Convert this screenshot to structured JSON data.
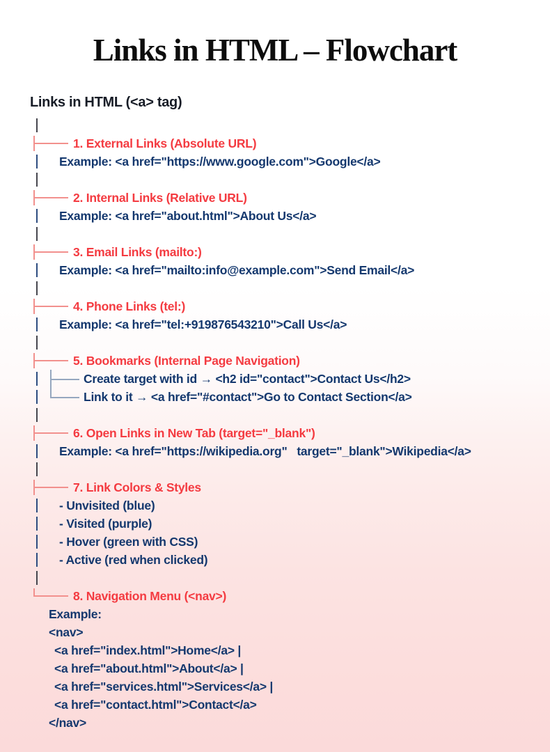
{
  "page": {
    "title": "Links in HTML – Flowchart",
    "root_label": "Links in HTML (<a> tag)"
  },
  "colors": {
    "heading_red": "#f43b41",
    "code_navy": "#14386e",
    "branch_salmon": "#f2908d",
    "subbranch_steel": "#95a7bf",
    "connector_dark": "#46464e",
    "title_black": "#0d0d0d",
    "background_top": "#ffffff",
    "background_bottom": "#fbdada"
  },
  "flow": {
    "sections": [
      {
        "heading": "1. External Links (Absolute URL)",
        "lines": [
          "Example: <a href=\"https://www.google.com\">Google</a>"
        ]
      },
      {
        "heading": "2. Internal Links (Relative URL)",
        "lines": [
          "Example: <a href=\"about.html\">About Us</a>"
        ]
      },
      {
        "heading": "3. Email Links (mailto:)",
        "lines": [
          "Example: <a href=\"mailto:info@example.com\">Send Email</a>"
        ]
      },
      {
        "heading": "4. Phone Links (tel:)",
        "lines": [
          "Example: <a href=\"tel:+919876543210\">Call Us</a>"
        ]
      },
      {
        "heading": "5. Bookmarks (Internal Page Navigation)",
        "lines": [
          "Create target with id → <h2 id=\"contact\">Contact Us</h2>",
          "Link to it → <a href=\"#contact\">Go to Contact Section</a>"
        ]
      },
      {
        "heading": "6. Open Links in New Tab (target=\"_blank\")",
        "lines": [
          "Example: <a href=\"https://wikipedia.org\"   target=\"_blank\">Wikipedia</a>"
        ]
      },
      {
        "heading": "7. Link Colors & Styles",
        "lines": [
          "- Unvisited (blue)",
          "- Visited (purple)",
          "- Hover (green with CSS)",
          "- Active (red when clicked)"
        ]
      },
      {
        "heading": "8. Navigation Menu (<nav>)",
        "lines": [
          "Example:",
          "<nav>",
          "<a href=\"index.html\">Home</a> |",
          "<a href=\"about.html\">About</a> |",
          "<a href=\"services.html\">Services</a> |",
          "<a href=\"contact.html\">Contact</a>",
          "</nav>"
        ]
      }
    ]
  }
}
